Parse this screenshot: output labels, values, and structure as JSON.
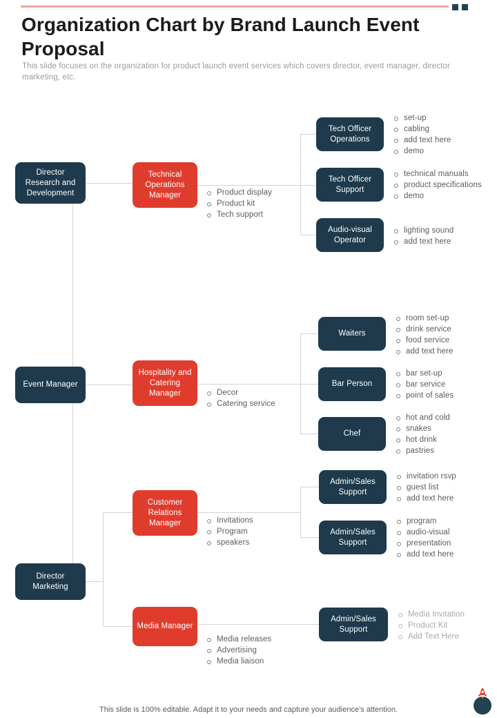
{
  "header": {
    "title": "Organization Chart by Brand Launch Event Proposal",
    "subtitle": "This slide focuses on the organization for product launch event services which covers director, event manager, director marketing, etc."
  },
  "colors": {
    "dark": "#1e3a4c",
    "red": "#e03c2d",
    "rule": "#e8a79c",
    "square": "#24414f",
    "connector": "#d3d3d3",
    "bullet_text": "#5c5c5c",
    "bullet_text_faded": "#a8a8a8"
  },
  "chart_data": {
    "type": "diagram",
    "title": "Organization Chart by Brand Launch Event Proposal",
    "roots": [
      {
        "id": "director-research-development",
        "label": "Director Research and Development",
        "style": "dark",
        "managers": [
          {
            "id": "technical-operations-manager",
            "label": "Technical Operations Manager",
            "style": "red",
            "duties": [
              "Product display",
              "Product kit",
              "Tech support"
            ],
            "reports": [
              {
                "id": "tech-officer-operations",
                "label": "Tech Officer Operations",
                "style": "dark",
                "duties": [
                  "set-up",
                  "cabling",
                  "add text here",
                  "demo"
                ]
              },
              {
                "id": "tech-officer-support",
                "label": "Tech Officer Support",
                "style": "dark",
                "duties": [
                  "technical manuals",
                  "product specifications",
                  "demo"
                ]
              },
              {
                "id": "audio-visual-operator",
                "label": "Audio-visual Operator",
                "style": "dark",
                "duties": [
                  "lighting sound",
                  "add text here"
                ]
              }
            ]
          }
        ]
      },
      {
        "id": "event-manager",
        "label": "Event Manager",
        "style": "dark",
        "managers": [
          {
            "id": "hospitality-catering-manager",
            "label": "Hospitality and Catering Manager",
            "style": "red",
            "duties": [
              "Decor",
              "Catering service"
            ],
            "reports": [
              {
                "id": "waiters",
                "label": "Waiters",
                "style": "dark",
                "duties": [
                  "room set-up",
                  "drink service",
                  "food service",
                  "add text here"
                ]
              },
              {
                "id": "bar-person",
                "label": "Bar Person",
                "style": "dark",
                "duties": [
                  "bar set-up",
                  "bar service",
                  "point of sales"
                ]
              },
              {
                "id": "chef",
                "label": "Chef",
                "style": "dark",
                "duties": [
                  "hot and cold",
                  "snakes",
                  "hot drink",
                  "pastries"
                ]
              }
            ]
          }
        ]
      },
      {
        "id": "director-marketing",
        "label": "Director Marketing",
        "style": "dark",
        "managers": [
          {
            "id": "customer-relations-manager",
            "label": "Customer Relations Manager",
            "style": "red",
            "duties": [
              "Invitations",
              "Program",
              "speakers"
            ],
            "reports": [
              {
                "id": "admin-sales-support-1",
                "label": "Admin/Sales Support",
                "style": "dark",
                "duties": [
                  "invitation rsvp",
                  "guest list",
                  "add text here"
                ]
              },
              {
                "id": "admin-sales-support-2",
                "label": "Admin/Sales Support",
                "style": "dark",
                "duties": [
                  "program",
                  "audio-visual",
                  "presentation",
                  "add text here"
                ]
              }
            ]
          },
          {
            "id": "media-manager",
            "label": "Media Manager",
            "style": "red",
            "duties": [
              "Media releases",
              "Advertising",
              "Media liaison"
            ],
            "reports": [
              {
                "id": "admin-sales-support-3",
                "label": "Admin/Sales Support",
                "style": "dark",
                "duties": [
                  "Media Invitation",
                  "Product Kit",
                  "Add Text Here"
                ]
              }
            ]
          }
        ]
      }
    ]
  },
  "nodes": {
    "director_rd": "Director Research and Development",
    "technical_operations_manager": "Technical Operations Manager",
    "tech_officer_operations": "Tech Officer Operations",
    "tech_officer_support": "Tech Officer Support",
    "audio_visual_operator": "Audio-visual Operator",
    "event_manager": "Event Manager",
    "hospitality_catering_manager": "Hospitality and Catering Manager",
    "waiters": "Waiters",
    "bar_person": "Bar Person",
    "chef": "Chef",
    "director_marketing": "Director Marketing",
    "customer_relations_manager": "Customer Relations Manager",
    "media_manager": "Media Manager",
    "admin_sales_support_1": "Admin/Sales Support",
    "admin_sales_support_2": "Admin/Sales Support",
    "admin_sales_support_3": "Admin/Sales Support"
  },
  "footer": {
    "note": "This slide is 100% editable. Adapt it to your needs and capture your audience's attention.",
    "badge_icon": "rocket-icon"
  }
}
